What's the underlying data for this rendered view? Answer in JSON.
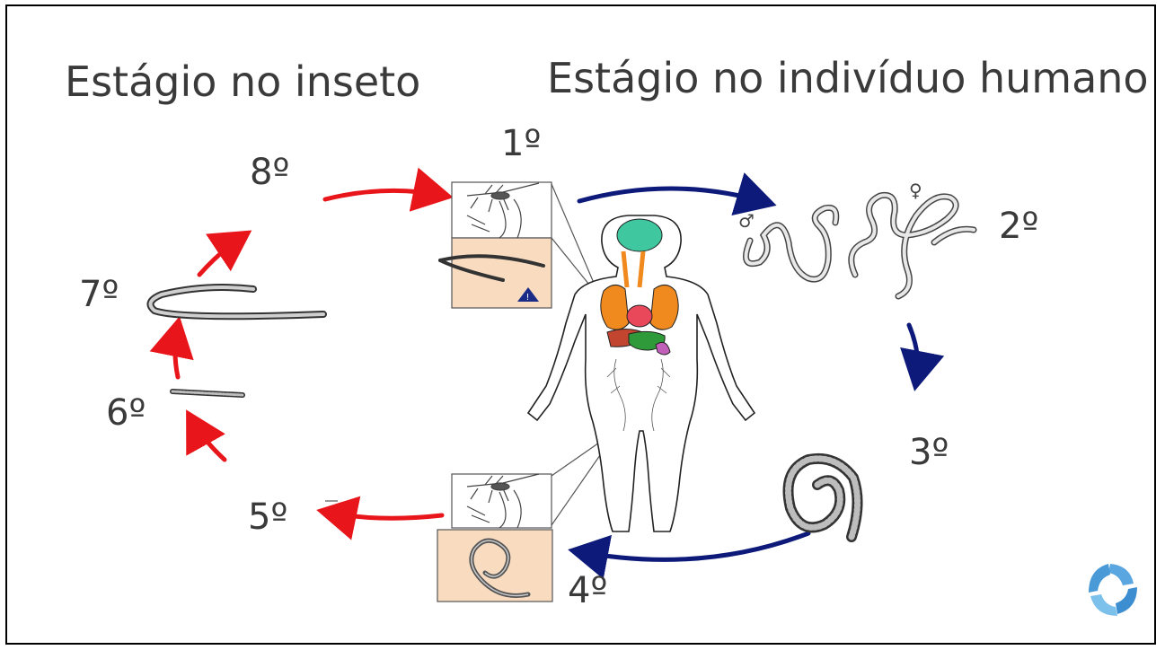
{
  "titles": {
    "insect_stage": "Estágio no inseto",
    "human_stage": "Estágio no indivíduo humano"
  },
  "steps": {
    "s1": "1º",
    "s2": "2º",
    "s3": "3º",
    "s4": "4º",
    "s5": "5º",
    "s6": "6º",
    "s7": "7º",
    "s8": "8º"
  },
  "symbols": {
    "male": "♂",
    "female": "♀"
  },
  "colors": {
    "insect_arrows": "#e8161b",
    "human_arrows": "#0d1a7a",
    "inset_background": "#f9dcc0",
    "lungs": "#f08a1e",
    "brain": "#3fc7a0",
    "heart": "#e9485a",
    "intestine": "#2f9a3a",
    "logo": "#5aa6e0"
  },
  "icons": {
    "logo": "pinwheel-logo-icon",
    "warning": "warning-triangle-icon"
  }
}
